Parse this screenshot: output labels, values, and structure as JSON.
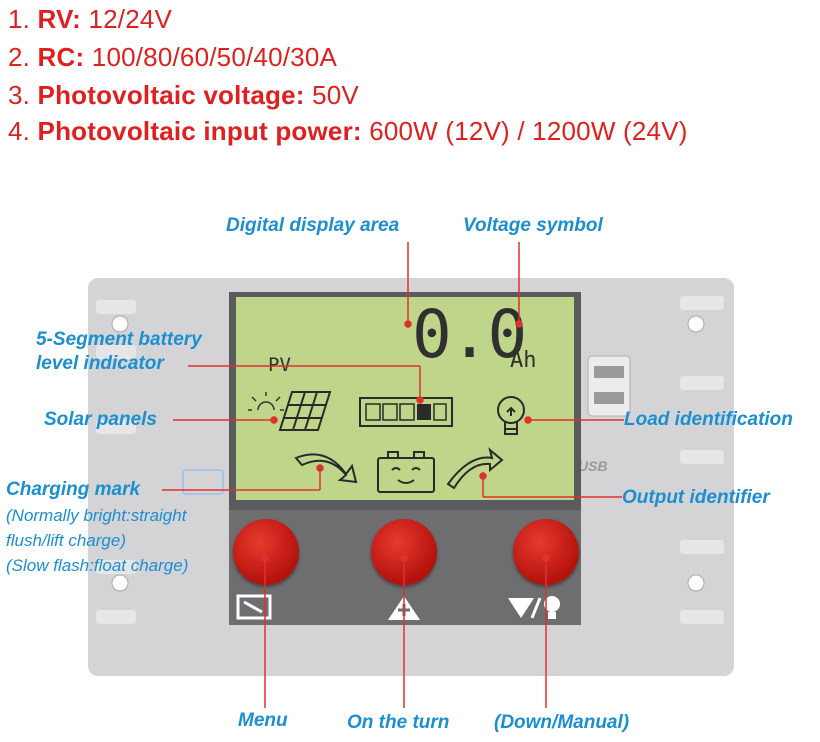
{
  "specs": [
    {
      "num": "1.",
      "label": "RV:",
      "value": "12/24V"
    },
    {
      "num": "2.",
      "label": "RC:",
      "value": "100/80/60/50/40/30A"
    },
    {
      "num": "3.",
      "label": "Photovoltaic voltage:",
      "value": "50V"
    },
    {
      "num": "4.",
      "label": "Photovoltaic input power:",
      "value": "600W (12V) / 1200W (24V)"
    }
  ],
  "callouts": {
    "digital_display": "Digital display area",
    "voltage_symbol": "Voltage symbol",
    "battery_indicator_1": "5-Segment battery",
    "battery_indicator_2": "level indicator",
    "solar_panels": "Solar panels",
    "load_identification": "Load identification",
    "charging_mark": "Charging mark",
    "charging_note_1": "(Normally bright:straight",
    "charging_note_2": "flush/lift charge)",
    "charging_note_3": "(Slow flash:float charge)",
    "output_identifier": "Output identifier",
    "menu": "Menu",
    "on_the_turn": "On the turn",
    "down_manual": "(Down/Manual)"
  },
  "lcd": {
    "reading": "0.0",
    "unit": "Ah",
    "pv": "PV"
  },
  "device": {
    "usb_label": "USB"
  },
  "colors": {
    "spec_text": "#e02020",
    "callout_text": "#1b8fd0",
    "leader_line": "#e03030",
    "lcd_background": "#bfd58a",
    "button": "#c81810"
  }
}
